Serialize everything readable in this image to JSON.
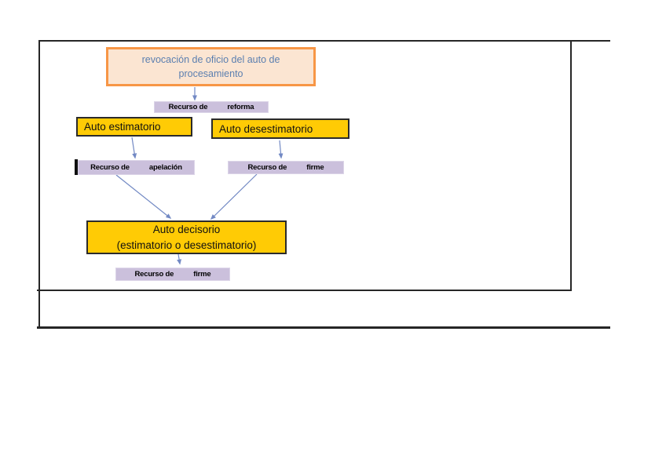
{
  "document": {
    "diagram": {
      "header": {
        "line1": "revocación de oficio del auto de",
        "line2": "procesamiento"
      },
      "recurso_reforma": {
        "prefix": "Recurso de",
        "suffix": "reforma"
      },
      "auto_estimatorio": {
        "label": "Auto estimatorio"
      },
      "auto_desestimatorio": {
        "label": "Auto desestimatorio"
      },
      "recurso_apelacion": {
        "prefix": "Recurso de",
        "suffix": "apelación"
      },
      "recurso_firme_mid": {
        "prefix": "Recurso de",
        "suffix": "firme"
      },
      "auto_decisorio": {
        "line1": "Auto decisorio",
        "line2": "(estimatorio o desestimatorio)"
      },
      "recurso_firme_bottom": {
        "prefix": "Recurso de",
        "suffix": "firme"
      }
    },
    "colors": {
      "header_fill": "#FBE5D2",
      "header_border": "#F79646",
      "header_text": "#5B7FB0",
      "yellow_fill": "#FFCB05",
      "lavender_fill": "#CBC0DC",
      "arrow": "#7289C4",
      "table_border": "#262626"
    }
  }
}
